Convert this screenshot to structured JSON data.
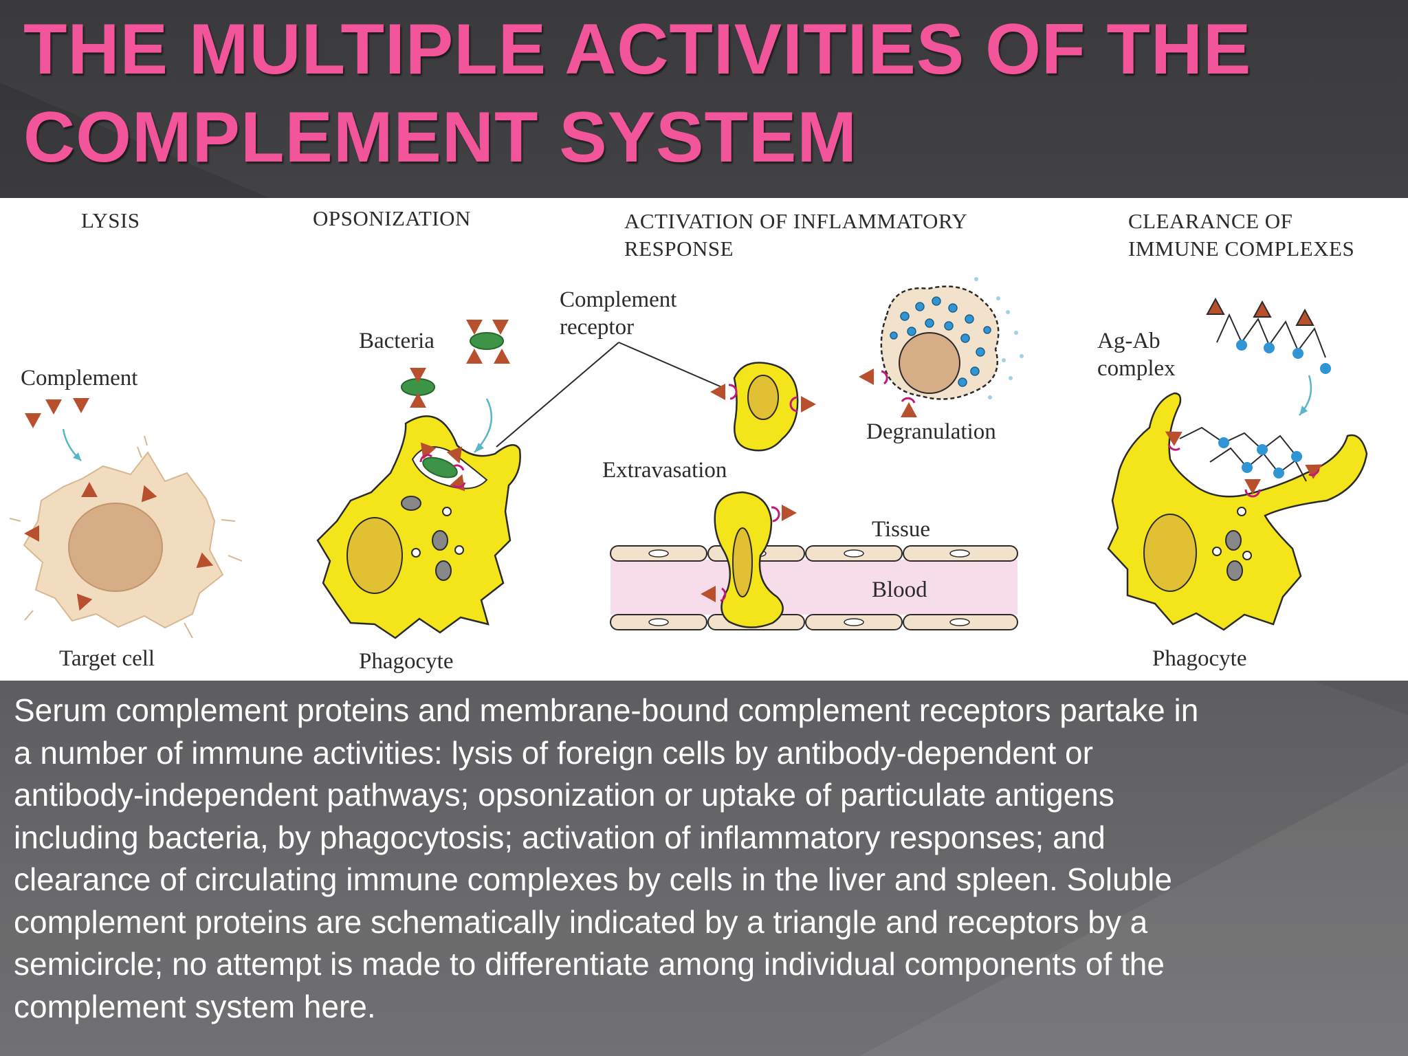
{
  "title": {
    "line1": "THE MULTIPLE ACTIVITIES OF THE",
    "line2": "COMPLEMENT SYSTEM"
  },
  "figure": {
    "headings": {
      "lysis": "LYSIS",
      "opsonization": "OPSONIZATION",
      "inflammatory_1": "ACTIVATION OF INFLAMMATORY",
      "inflammatory_2": "RESPONSE",
      "clearance_1": "CLEARANCE OF",
      "clearance_2": "IMMUNE COMPLEXES"
    },
    "labels": {
      "complement": "Complement",
      "target_cell": "Target cell",
      "bacteria": "Bacteria",
      "phagocyte_left": "Phagocyte",
      "complement_receptor_1": "Complement",
      "complement_receptor_2": "receptor",
      "degranulation": "Degranulation",
      "extravasation": "Extravasation",
      "tissue": "Tissue",
      "blood": "Blood",
      "agab_1": "Ag-Ab",
      "agab_2": "complex",
      "phagocyte_right": "Phagocyte"
    },
    "colors": {
      "phagocyte_fill": "#f4e51a",
      "nucleus_fill": "#e2c034",
      "target_cell_fill": "#f1dcc0",
      "target_nucleus_fill": "#d7ad85",
      "complement_triangle": "#b8502e",
      "receptor_arc": "#c2187a",
      "bacteria_fill": "#3e9446",
      "antigen_dot": "#2f95d4",
      "vessel_fill": "#f7dcea",
      "endothelium_fill": "#f3e2cb"
    }
  },
  "caption": {
    "line1": "Serum complement proteins and membrane-bound complement receptors partake in",
    "line2": "a number of immune activities: lysis of foreign cells by antibody-dependent or",
    "line3": "antibody-independent pathways; opsonization or uptake of particulate antigens",
    "line4": "including bacteria, by phagocytosis; activation of inflammatory responses; and",
    "line5": "clearance of circulating immune complexes by cells in the liver and spleen. Soluble",
    "line6": "complement proteins are schematically indicated by a triangle and receptors by a",
    "line7": "semicircle; no attempt is made to differentiate among individual components of the",
    "line8": "complement system here."
  }
}
